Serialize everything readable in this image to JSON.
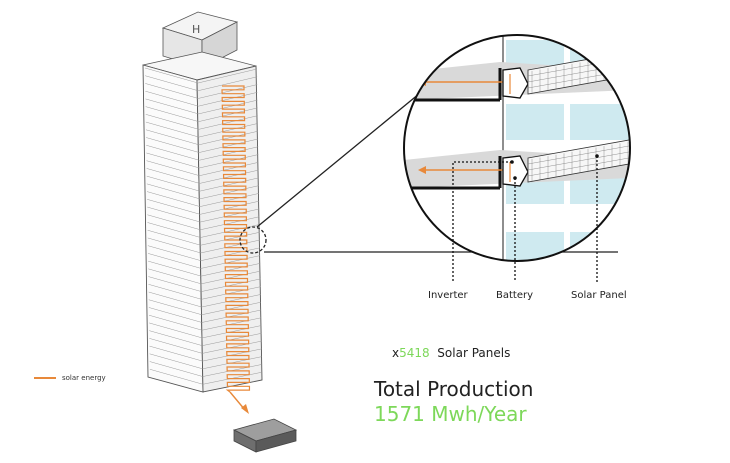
{
  "colors": {
    "energy_line": "#e8893a",
    "accent_green": "#7dd85a",
    "glass": "#cfeaf0",
    "ink": "#222222"
  },
  "legend": {
    "label": "solar energy"
  },
  "callouts": {
    "inverter": "Inverter",
    "battery": "Battery",
    "solar_panel": "Solar Panel"
  },
  "stats": {
    "count_prefix": "x",
    "count_value": "5418",
    "count_suffix": "Solar Panels",
    "total_title": "Total Production",
    "total_value": "1571 Mwh/Year"
  }
}
